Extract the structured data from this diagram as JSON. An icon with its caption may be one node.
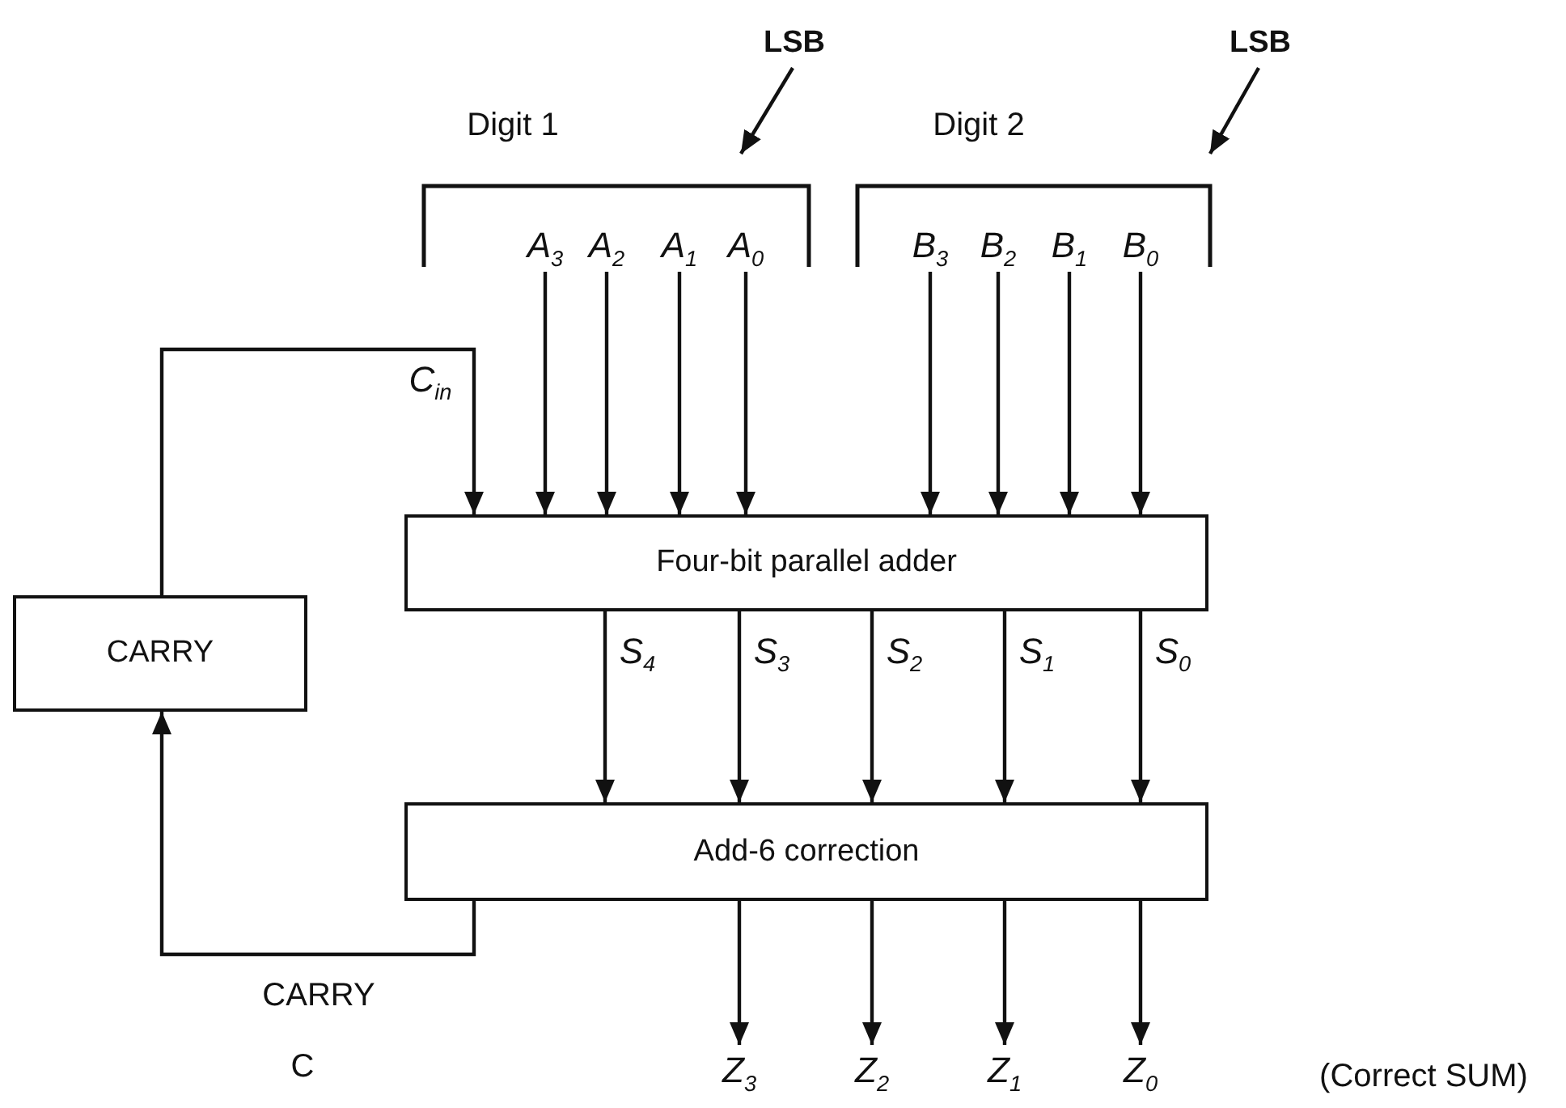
{
  "diagram": {
    "nodes": [
      {
        "text": [
          "LSB"
        ]
      },
      {
        "text": [
          "LSB"
        ]
      },
      {
        "text": [
          "A$_{3}$"
        ]
      },
      {
        "text": [
          "A$_{2}$"
        ]
      },
      {
        "text": [
          "A$_{1}$"
        ]
      },
      {
        "text": [
          "A$_{0}$"
        ]
      },
      {
        "text": [
          "B$_{3}$"
        ]
      },
      {
        "text": [
          "B$_{2}$"
        ]
      },
      {
        "text": [
          "B$_{1}$"
        ]
      },
      {
        "text": [
          "B$_{0}$"
        ]
      },
      {
        "text": [
          "Four-bit parallel adder"
        ]
      },
      {
        "text": [
          "CARRY"
        ]
      },
      {
        "text": [
          "Add-6 correction"
        ]
      },
      {
        "text": [
          "Z$_{3}$"
        ]
      },
      {
        "text": [
          "Z$_{2}$"
        ]
      },
      {
        "text": [
          "Z$_{1}$"
        ]
      },
      {
        "text": [
          "Z$_{0}$"
        ]
      }
    ],
    "edges": [
      {
        "from": 0,
        "to": null,
        "arrow": "to"
      },
      {
        "from": 1,
        "to": null,
        "arrow": "to"
      },
      {
        "from": 2,
        "to": 10,
        "arrow": "to"
      },
      {
        "from": 3,
        "to": 10,
        "arrow": "to"
      },
      {
        "from": 4,
        "to": 10,
        "arrow": "to"
      },
      {
        "from": 5,
        "to": 10,
        "arrow": "to"
      },
      {
        "from": 6,
        "to": 10,
        "arrow": "to"
      },
      {
        "from": 7,
        "to": 10,
        "arrow": "to"
      },
      {
        "from": 8,
        "to": 10,
        "arrow": "to"
      },
      {
        "from": 9,
        "to": 10,
        "arrow": "to"
      },
      {
        "from": 11,
        "to": 10,
        "arrow": "to",
        "label": "C$_{in}$"
      },
      {
        "from": 10,
        "to": 12,
        "arrow": "to",
        "label": "S$_{4}$"
      },
      {
        "from": 10,
        "to": 12,
        "arrow": "to",
        "label": "S$_{3}$"
      },
      {
        "from": 10,
        "to": 12,
        "arrow": "to",
        "label": "S$_{2}$"
      },
      {
        "from": 10,
        "to": 12,
        "arrow": "to",
        "label": "S$_{1}$"
      },
      {
        "from": 10,
        "to": 12,
        "arrow": "to",
        "label": "S$_{0}$"
      },
      {
        "from": 12,
        "to": 11,
        "arrow": "to",
        "label": "CARRY"
      },
      {
        "from": 12,
        "to": 13,
        "arrow": "to"
      },
      {
        "from": 12,
        "to": 14,
        "arrow": "to"
      },
      {
        "from": 12,
        "to": 15,
        "arrow": "to"
      },
      {
        "from": 12,
        "to": 16,
        "arrow": "to"
      }
    ],
    "labels": [
      "Digit 1",
      "Digit 2",
      "(Correct SUM)",
      "C"
    ]
  }
}
